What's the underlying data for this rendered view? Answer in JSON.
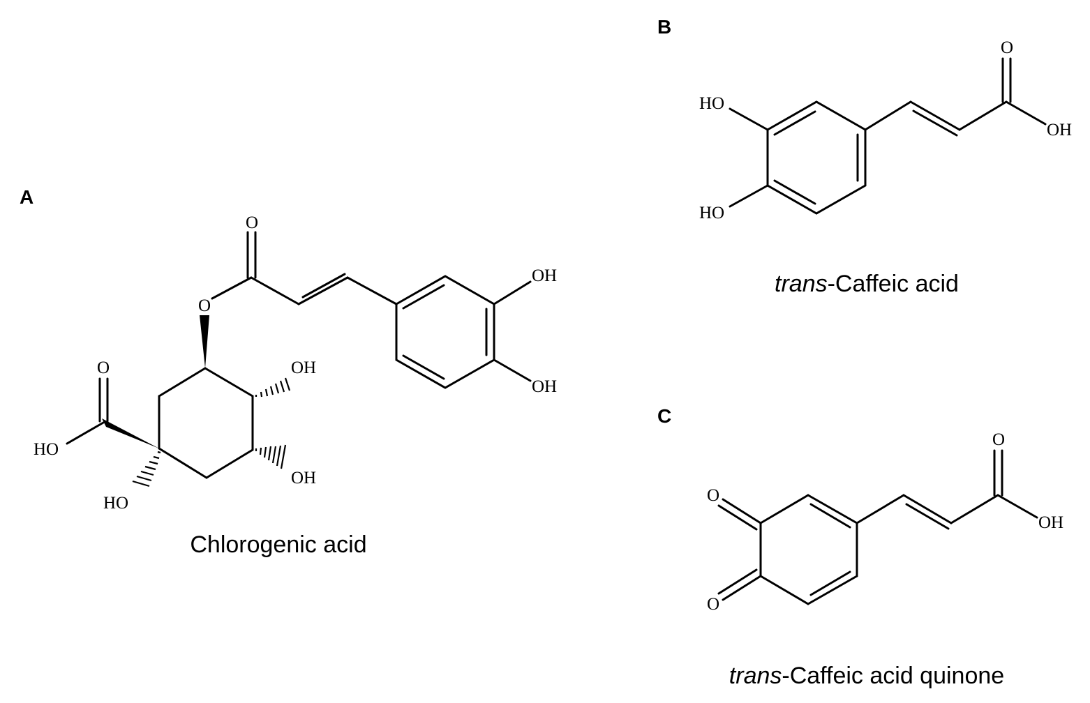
{
  "panels": {
    "a": "A",
    "b": "B",
    "c": "C"
  },
  "compounds": {
    "a": {
      "name": "Chlorogenic acid",
      "atoms": {
        "carbonyl_o": "O",
        "ester_o": "O",
        "oh_3": "OH",
        "oh_4": "OH",
        "oh_ring_upper": "OH",
        "oh_ring_lower": "OH",
        "acid_o": "O",
        "acid_ho": "HO",
        "ho_quat": "HO"
      }
    },
    "b": {
      "name_italic": "trans",
      "name_rest": "-Caffeic acid",
      "atoms": {
        "carbonyl_o": "O",
        "acid_oh": "OH",
        "ho_3": "HO",
        "ho_4": "HO"
      }
    },
    "c": {
      "name_italic": "trans",
      "name_rest": "-Caffeic acid quinone",
      "atoms": {
        "carbonyl_o": "O",
        "acid_oh": "OH",
        "quinone_o_upper": "O",
        "quinone_o_lower": "O"
      }
    }
  }
}
